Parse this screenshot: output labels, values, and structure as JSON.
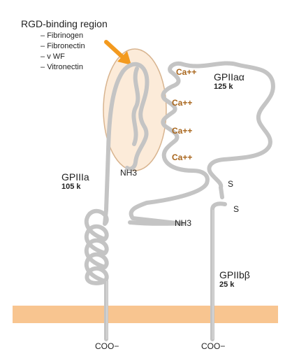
{
  "rgd_region": {
    "title": "RGD-binding region",
    "ligands": [
      "Fibrinogen",
      "Fibronectin",
      "v WF",
      "Vitronectin"
    ]
  },
  "subunits": {
    "gpiiia": {
      "name": "GPIIIa",
      "mass": "105 k"
    },
    "gpiia_alpha": {
      "name": "GPIIaα",
      "mass": "125 k"
    },
    "gpiib_beta": {
      "name": "GPIIbβ",
      "mass": "25 k"
    }
  },
  "calcium_sites": [
    "Ca++",
    "Ca++",
    "Ca++",
    "Ca++"
  ],
  "termini": {
    "nh3_left": "NH3",
    "nh3_right": "NH3",
    "coo_left": "COO−",
    "coo_right": "COO−",
    "disulfide_1": "S",
    "disulfide_2": "S"
  },
  "colors": {
    "chain": "#c8c8c8",
    "chain_edge": "#a9a9a9",
    "membrane": "#f8c590",
    "ellipse": "#fcebd9",
    "arrow": "#f39a1f",
    "calcium": "#a8651b"
  }
}
